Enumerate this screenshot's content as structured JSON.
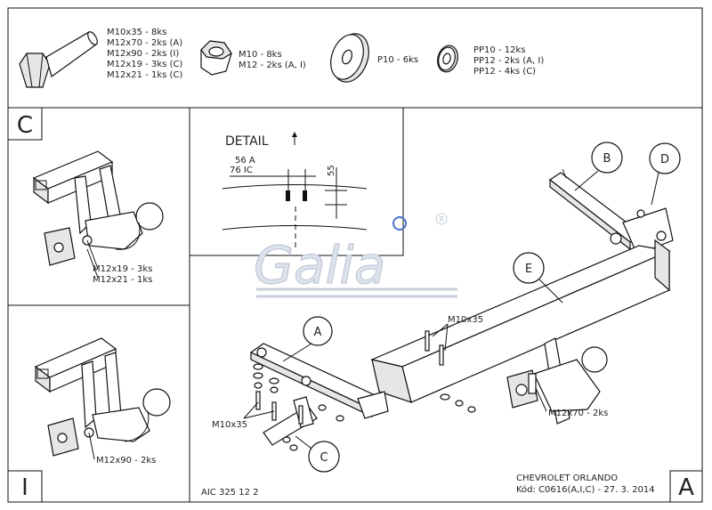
{
  "hardware": {
    "bolt": [
      "M10x35 - 8ks",
      "M12x70 - 2ks (A)",
      "M12x90 - 2ks (I)",
      "M12x19 - 3ks (C)",
      "M12x21 - 1ks (C)"
    ],
    "nut": [
      "M10 - 8ks",
      "M12 - 2ks (A, I)"
    ],
    "washer_flat": [
      "P10 - 6ks"
    ],
    "washer_spring": [
      "PP10 - 12ks",
      "PP12 - 2ks (A, I)",
      "PP12 - 4ks (C)"
    ]
  },
  "panel_c": {
    "letter": "C",
    "labels": [
      "M12x19 - 3ks",
      "M12x21 - 1ks"
    ]
  },
  "panel_i": {
    "letter": "I",
    "labels": [
      "M12x90 - 2ks"
    ]
  },
  "detail": {
    "title": "DETAIL",
    "dim_a": "56 A",
    "dim_ic": "76 IC",
    "dim_v": "55"
  },
  "watermark": {
    "text": "Galia",
    "mark": "R"
  },
  "main": {
    "callouts": {
      "a": "A",
      "b": "B",
      "c": "C",
      "d": "D",
      "e": "E"
    },
    "bolt_label_top": "M10x35",
    "bolt_label_left": "M10x35",
    "ball_label": "M12x70 - 2ks",
    "code": "AIC 325 12 2",
    "model": "CHEVROLET ORLANDO",
    "kod": "Kód: C0616(A,I,C) - 27. 3. 2014",
    "corner_letter": "A"
  }
}
